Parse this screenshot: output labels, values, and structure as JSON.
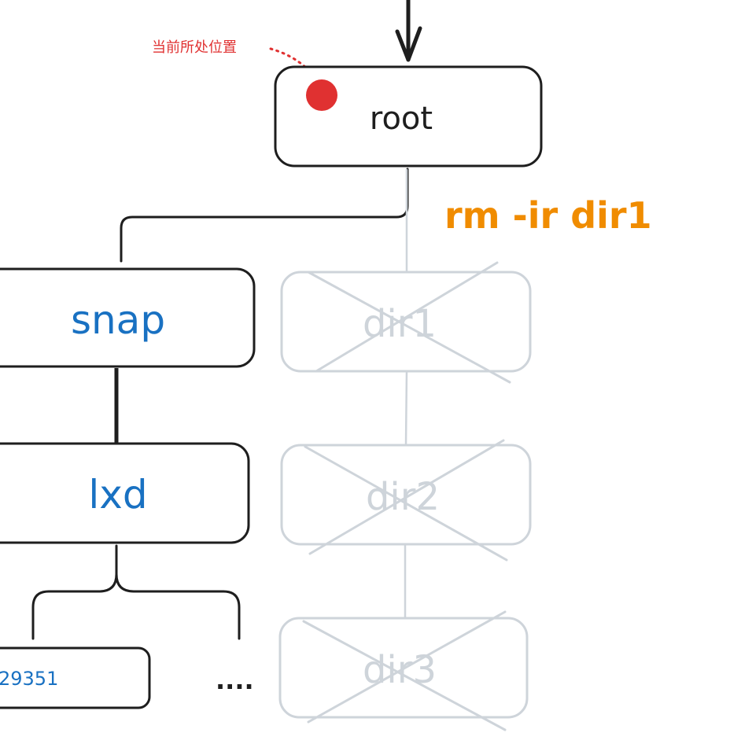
{
  "annotation": {
    "label": "当前所处位置",
    "color": "#e03131"
  },
  "command": {
    "text": "rm -ir dir1",
    "color": "#f08c00"
  },
  "nodes": {
    "root": "root",
    "snap": "snap",
    "lxd": "lxd",
    "leaf": "29351",
    "ellipsis": "....",
    "dir1": "dir1",
    "dir2": "dir2",
    "dir3": "dir3"
  },
  "colors": {
    "ink": "#1e1e1e",
    "blue": "#1971c2",
    "deleted": "#ced4da",
    "marker": "#e03131"
  }
}
